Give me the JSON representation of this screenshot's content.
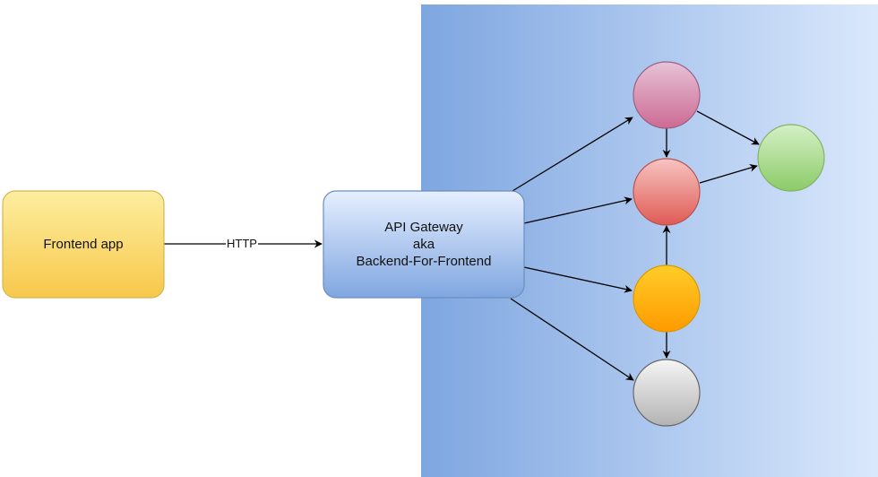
{
  "nodes": {
    "frontend": {
      "label": "Frontend app",
      "fill_top": "#fdeea0",
      "fill_bottom": "#f7c84a",
      "stroke": "#d6b656"
    },
    "gateway": {
      "line1": "API Gateway",
      "line2": "aka",
      "line3": "Backend-For-Frontend",
      "fill_top": "#e6efff",
      "fill_bottom": "#7fa6e0",
      "stroke": "#6c8ebf"
    },
    "services": [
      {
        "name": "pink",
        "color": "#d6779f"
      },
      {
        "name": "red",
        "color": "#ea6b66"
      },
      {
        "name": "green",
        "color": "#97d077"
      },
      {
        "name": "orange",
        "color": "#ffa500"
      },
      {
        "name": "gray",
        "color": "#bdbdbd"
      }
    ]
  },
  "edges": {
    "http_label": "HTTP"
  },
  "colors": {
    "panel_left": "#7ea6e0",
    "panel_right": "#dae8fc",
    "edge": "#000000"
  }
}
